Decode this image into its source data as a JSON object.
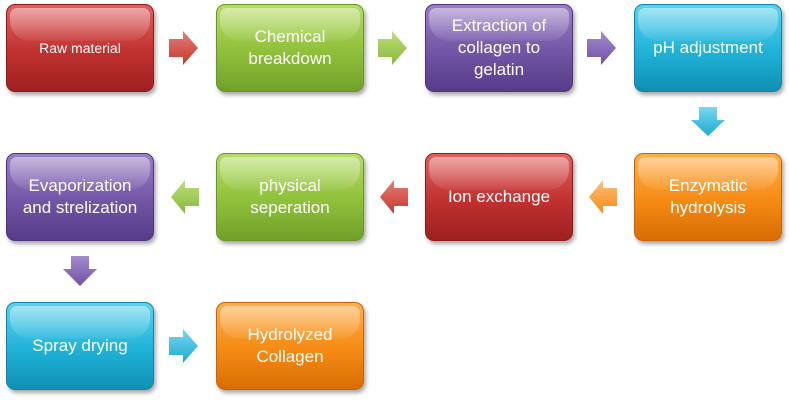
{
  "steps": [
    {
      "label": "Raw material",
      "color": "#c0312f"
    },
    {
      "label": "Chemical breakdown",
      "color": "#8fc03a"
    },
    {
      "label": "Extraction of collagen to gelatin",
      "color": "#7255a6"
    },
    {
      "label": "pH adjustment",
      "color": "#1fb2d8"
    },
    {
      "label": "Enzymatic hydrolysis",
      "color": "#f58a13"
    },
    {
      "label": "Ion exchange",
      "color": "#c0312f"
    },
    {
      "label": "physical seperation",
      "color": "#8fc03a"
    },
    {
      "label": "Evaporization and strelization",
      "color": "#7255a6"
    },
    {
      "label": "Spray drying",
      "color": "#1fb2d8"
    },
    {
      "label": "Hydrolyzed Collagen",
      "color": "#f58a13"
    }
  ],
  "arrows": [
    {
      "from": "Raw material",
      "to": "Chemical breakdown",
      "direction": "right",
      "color": "#d9534f"
    },
    {
      "from": "Chemical breakdown",
      "to": "Extraction of collagen to gelatin",
      "direction": "right",
      "color": "#9ccc50"
    },
    {
      "from": "Extraction of collagen to gelatin",
      "to": "pH adjustment",
      "direction": "right",
      "color": "#8a6bbf"
    },
    {
      "from": "pH adjustment",
      "to": "Enzymatic hydrolysis",
      "direction": "down",
      "color": "#3bbfe0"
    },
    {
      "from": "Enzymatic hydrolysis",
      "to": "Ion exchange",
      "direction": "left",
      "color": "#fba042"
    },
    {
      "from": "Ion exchange",
      "to": "physical seperation",
      "direction": "left",
      "color": "#d9534f"
    },
    {
      "from": "physical seperation",
      "to": "Evaporization and strelization",
      "direction": "left",
      "color": "#9ccc50"
    },
    {
      "from": "Evaporization and strelization",
      "to": "Spray drying",
      "direction": "down",
      "color": "#8a6bbf"
    },
    {
      "from": "Spray drying",
      "to": "Hydrolyzed Collagen",
      "direction": "right",
      "color": "#3bbfe0"
    }
  ]
}
